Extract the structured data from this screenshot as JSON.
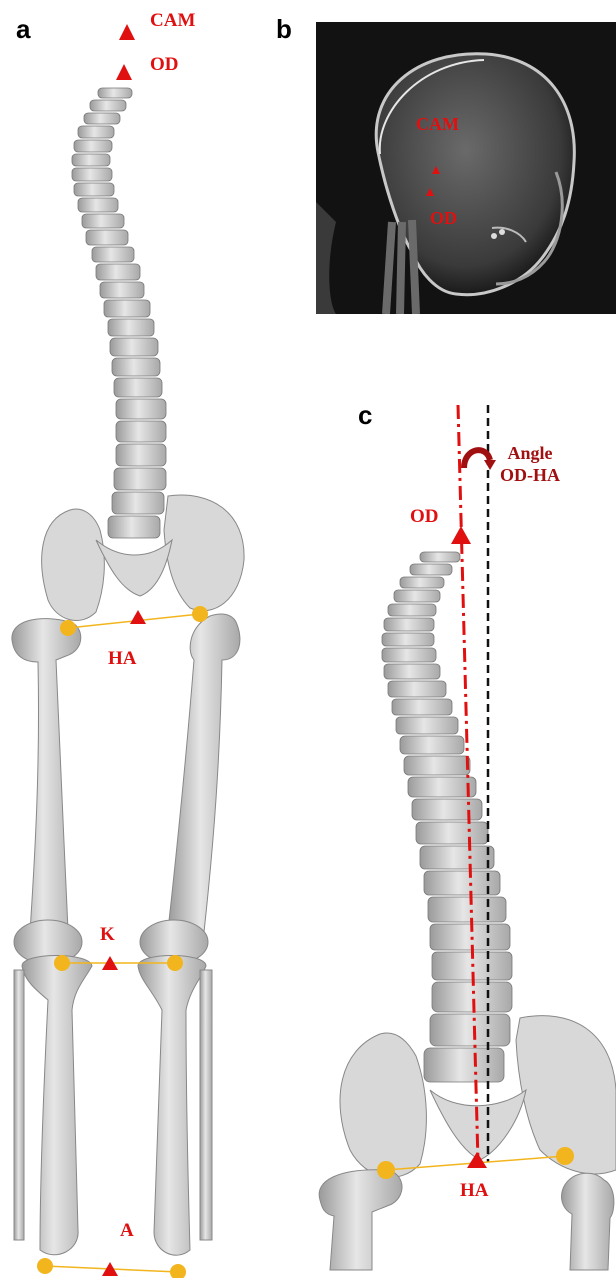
{
  "panels": {
    "a": {
      "letter": "a",
      "labels": {
        "cam": "CAM",
        "od": "OD",
        "ha": "HA",
        "k": "K",
        "a": "A"
      }
    },
    "b": {
      "letter": "b",
      "labels": {
        "cam": "CAM",
        "od": "OD"
      }
    },
    "c": {
      "letter": "c",
      "labels": {
        "od": "OD",
        "ha": "HA",
        "angle_line1": "Angle",
        "angle_line2": "OD-HA"
      }
    }
  },
  "colors": {
    "marker_red": "#e01010",
    "joint_yellow": "#f2b51d",
    "bone": "#d6d6d6",
    "angle_dark_red": "#a01010",
    "xray_bg": "#121212"
  }
}
